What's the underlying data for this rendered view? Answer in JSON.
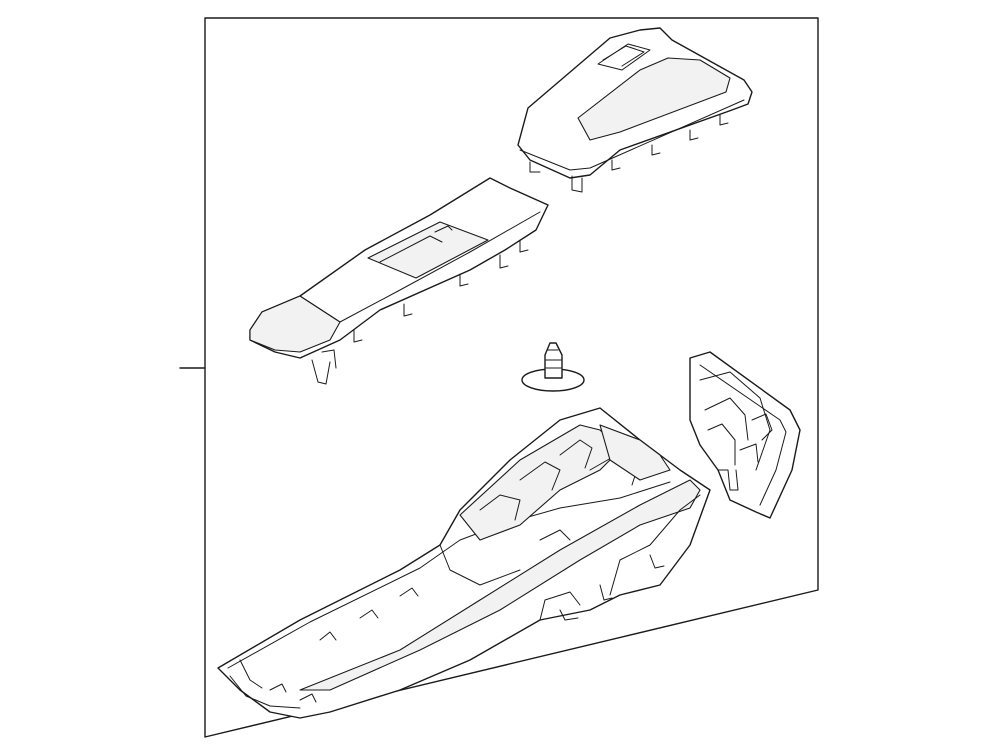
{
  "diagram": {
    "type": "exploded-parts-illustration",
    "parts": [
      {
        "id": "shift-bezel-trim",
        "icon": "bezel-trim-icon"
      },
      {
        "id": "console-top-panel",
        "icon": "console-panel-icon"
      },
      {
        "id": "push-pin-clip",
        "icon": "clip-icon"
      },
      {
        "id": "side-end-cover",
        "icon": "end-cover-icon"
      },
      {
        "id": "center-console-base",
        "icon": "console-base-icon"
      }
    ],
    "colors": {
      "line": "#1a1a1a",
      "background": "#ffffff",
      "fill": "#ffffff"
    }
  }
}
